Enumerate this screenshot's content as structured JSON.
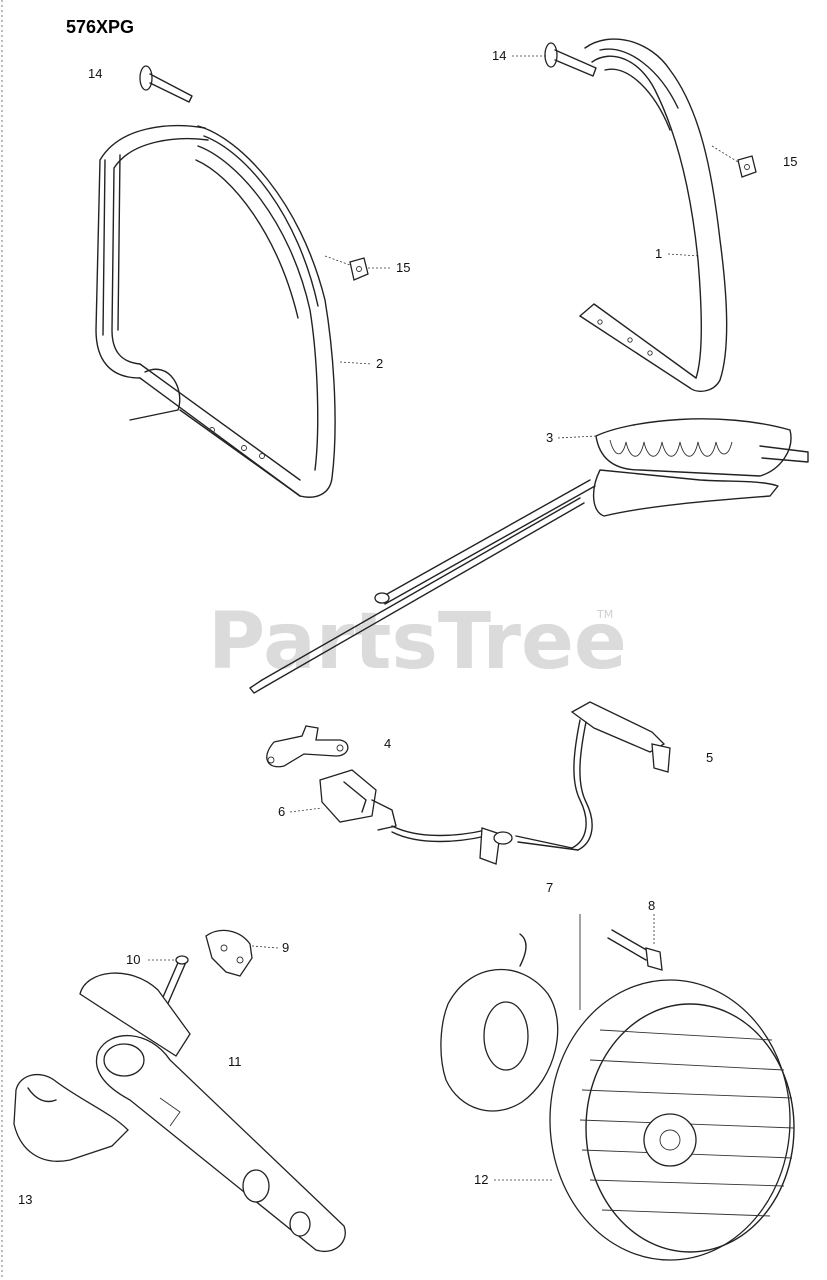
{
  "model": "576XPG",
  "watermark": {
    "brand": "PartsTree",
    "tm": "TM"
  },
  "callouts": {
    "c1": "1",
    "c2": "2",
    "c3": "3",
    "c4": "4",
    "c5": "5",
    "c6": "6",
    "c7": "7",
    "c8": "8",
    "c9": "9",
    "c10": "10",
    "c11": "11",
    "c12": "12",
    "c13": "13",
    "c14a": "14",
    "c14b": "14",
    "c15a": "15",
    "c15b": "15"
  }
}
